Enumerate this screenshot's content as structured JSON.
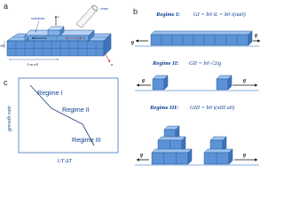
{
  "panels": {
    "a": {
      "label": "a",
      "substrate_label": "substrate",
      "chain_label": "chain",
      "length_label": "1-m a0",
      "thickness_label": "b0",
      "vector_labels": {
        "c": "c",
        "g": "g",
        "r": "r",
        "a": "a"
      }
    },
    "b": {
      "label": "b",
      "regimes": [
        {
          "title": "Regime I:",
          "equation": "GI = b0 iL = b0 i(na0)",
          "g_left": "g",
          "g_right": "g"
        },
        {
          "title": "Regime II:",
          "equation": "GII = b0 √2ig",
          "g_left": "g",
          "g_right": "g"
        },
        {
          "title": "Regime III:",
          "equation": "GIII = b0 i(nIII a0)",
          "g_left": "g",
          "g_right": "g"
        }
      ]
    },
    "c": {
      "label": "c",
      "ylabel": "growth rate",
      "xlabel": "1/T·ΔT",
      "regime_labels": [
        "Regime I",
        "Regime II",
        "Regime III"
      ]
    }
  },
  "colors": {
    "block_front": "#5b93d6",
    "block_top": "#9cc3ee",
    "block_side": "#3f74bd",
    "block_edge": "#22508f",
    "accent_text": "#0b3f8f",
    "arrow": "#111111",
    "red_vector": "#d0261c"
  }
}
